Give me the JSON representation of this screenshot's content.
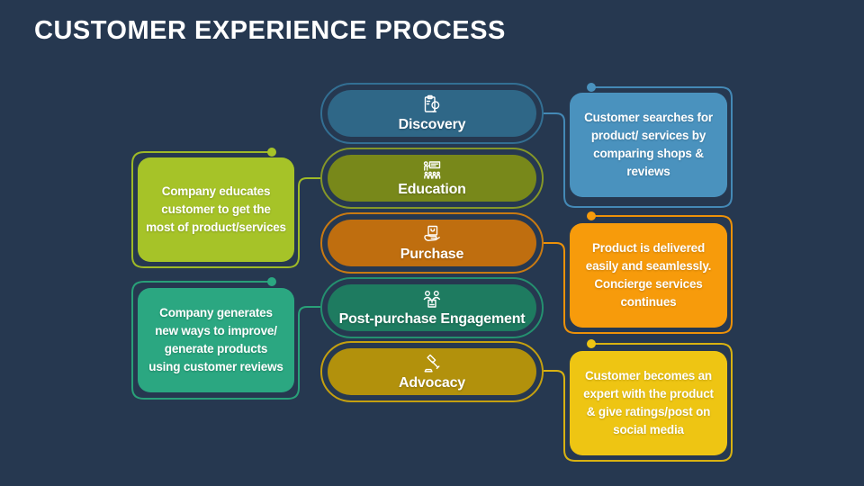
{
  "slide_title": "CUSTOMER EXPERIENCE PROCESS",
  "background_color": "#263850",
  "stages": [
    {
      "label": "Discovery",
      "icon": "clipboard-search-icon",
      "fill": "#2F6787",
      "ring": "#336F93",
      "note_side": "right"
    },
    {
      "label": "Education",
      "icon": "training-presentation-icon",
      "fill": "#78881A",
      "ring": "#859728",
      "note_side": "left"
    },
    {
      "label": "Purchase",
      "icon": "hand-holding-box-icon",
      "fill": "#BF6E0F",
      "ring": "#C97A12",
      "note_side": "right"
    },
    {
      "label": "Post-purchase Engagement",
      "icon": "customers-package-icon",
      "fill": "#1E7B60",
      "ring": "#24906F",
      "note_side": "left"
    },
    {
      "label": "Advocacy",
      "icon": "gavel-icon",
      "fill": "#B2910C",
      "ring": "#C5A00F",
      "note_side": "right"
    }
  ],
  "notes": [
    {
      "connects_to": "Discovery",
      "side": "right",
      "fill": "#4A92BE",
      "outline": "#4489B6",
      "text": "Customer searches for\nproduct/ services by\ncomparing shops &\nreviews"
    },
    {
      "connects_to": "Education",
      "side": "left",
      "fill": "#A6C328",
      "outline": "#9EB927",
      "text": "Company educates\ncustomer to get the\nmost of product/services"
    },
    {
      "connects_to": "Purchase",
      "side": "right",
      "fill": "#F79B0B",
      "outline": "#EC9109",
      "text": "Product is delivered\neasily and seamlessly.\nConcierge services\ncontinues"
    },
    {
      "connects_to": "Post-purchase Engagement",
      "side": "left",
      "fill": "#2BA781",
      "outline": "#29A078",
      "text": "Company generates\nnew ways to improve/\ngenerate products\nusing customer reviews"
    },
    {
      "connects_to": "Advocacy",
      "side": "right",
      "fill": "#EEC513",
      "outline": "#D9B211",
      "text": "Customer becomes an\nexpert with the product\n& give ratings/post on\nsocial media"
    }
  ]
}
